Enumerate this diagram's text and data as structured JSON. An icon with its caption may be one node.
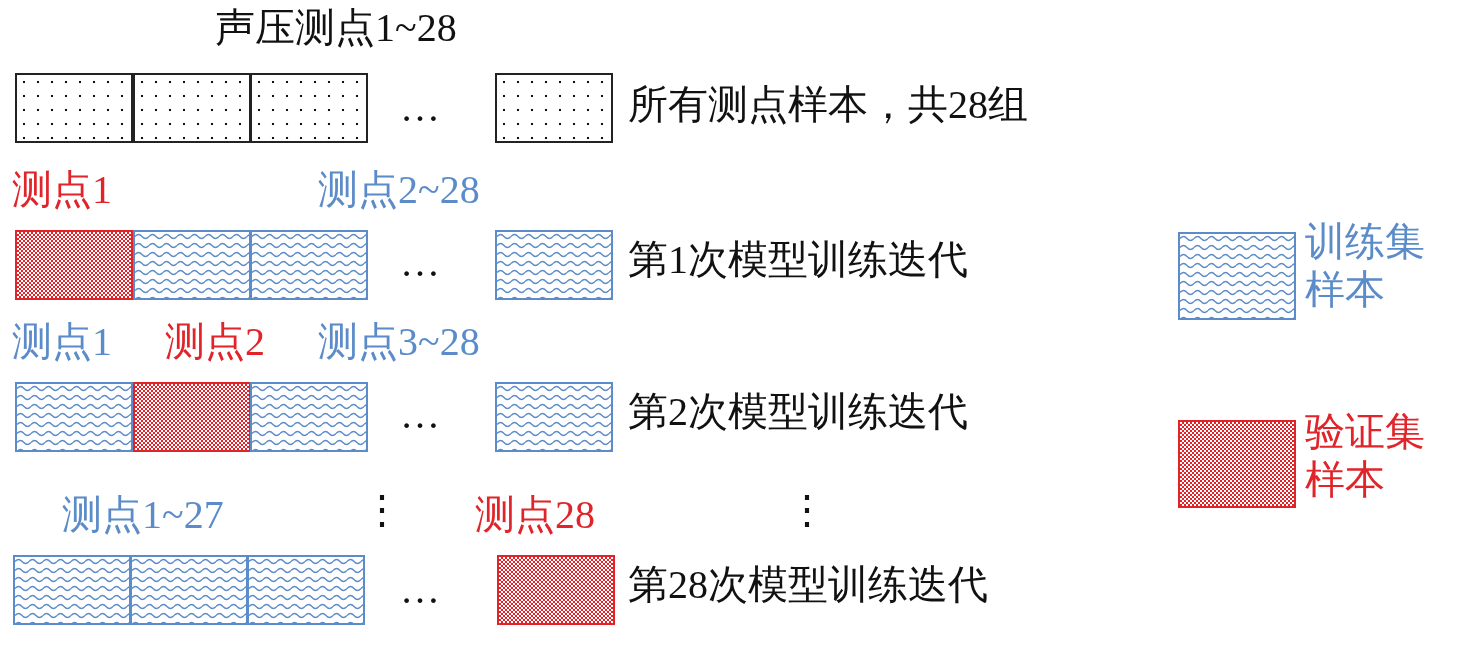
{
  "diagram": {
    "nodes": [
      {
        "text": [],
        "shape": "box"
      },
      {
        "text": [],
        "shape": "box"
      },
      {
        "text": [],
        "shape": "box"
      },
      {
        "text": [],
        "shape": "box"
      },
      {
        "text": [],
        "shape": "box"
      },
      {
        "text": [],
        "shape": "box"
      },
      {
        "text": [],
        "shape": "box"
      },
      {
        "text": [],
        "shape": "box"
      },
      {
        "text": [],
        "shape": "box"
      },
      {
        "text": [],
        "shape": "box"
      },
      {
        "text": [],
        "shape": "box"
      },
      {
        "text": [],
        "shape": "box"
      },
      {
        "text": [],
        "shape": "box"
      },
      {
        "text": [],
        "shape": "box"
      },
      {
        "text": [],
        "shape": "box"
      },
      {
        "text": [],
        "shape": "box"
      }
    ],
    "edges": [],
    "labels": [
      "声压测点1~28",
      "…",
      "所有测点样本，共28组",
      "测点1",
      "测点2~28",
      "…",
      "第1次模型训练迭代",
      "测点1",
      "测点2",
      "测点3~28",
      "…",
      "第2次模型训练迭代",
      "测点1~27",
      "⋮",
      "测点28",
      "⋮",
      "…",
      "第28次模型训练迭代"
    ],
    "legend": [
      {
        "text": "训练集样本",
        "color": "#5b8bc8"
      },
      {
        "text": "验证集样本",
        "color": "#e0242a"
      }
    ]
  }
}
